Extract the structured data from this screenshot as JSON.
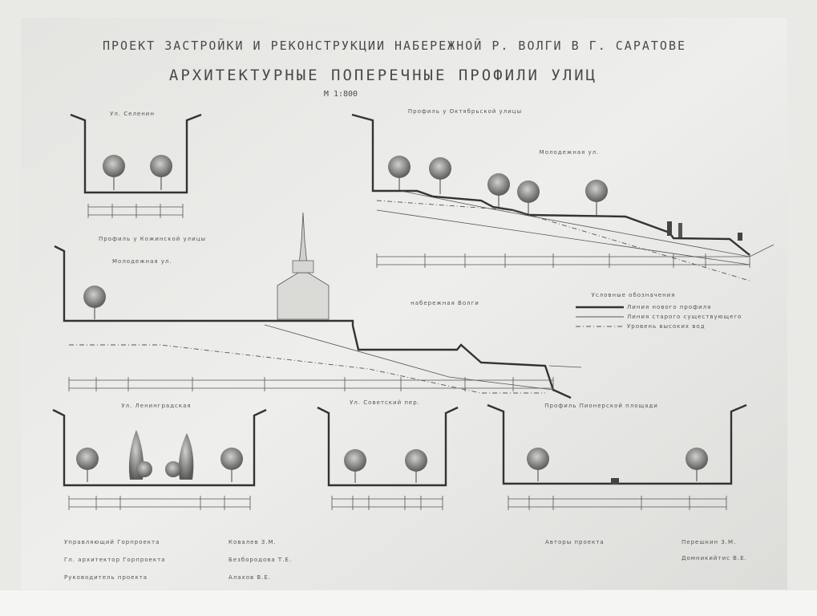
{
  "header": {
    "title": "ПРОЕКТ ЗАСТРОЙКИ И РЕКОНСТРУКЦИИ НАБЕРЕЖНОЙ Р. ВОЛГИ В Г. САРАТОВЕ",
    "subtitle": "АРХИТЕКТУРНЫЕ ПОПЕРЕЧНЫЕ ПРОФИЛИ УЛИЦ",
    "scale": "М 1:800"
  },
  "profiles": {
    "p1_label": "Ул. Селенин",
    "p2_label": "Профиль у Октябрьской улицы",
    "p2_sub": "Молодежная ул.",
    "p3_label": "Профиль у Кожинской улицы",
    "p3_sub": "Молодежная ул.",
    "p3_mid": "набережная Волги",
    "p4_label": "Ул. Ленинградская",
    "p5_label": "Ул. Советский пер.",
    "p6_label": "Профиль Пионерской площади"
  },
  "legend": {
    "title": "Условные обозначения",
    "items": [
      "Линия нового профиля",
      "Линия старого существующего",
      "Уровень высоких вод"
    ]
  },
  "credits": {
    "left": [
      {
        "role": "Управляющий Горпроекта",
        "name": "Ковалев З.М."
      },
      {
        "role": "Гл. архитектор Горпроекта",
        "name": "Безбородова Т.Е."
      },
      {
        "role": "Руководитель проекта",
        "name": "Алахов В.Е."
      }
    ],
    "right": [
      {
        "role": "Авторы проекта",
        "name": "Перешкин З.М."
      },
      {
        "role": "",
        "name": "Домникийтис В.Е."
      }
    ]
  }
}
